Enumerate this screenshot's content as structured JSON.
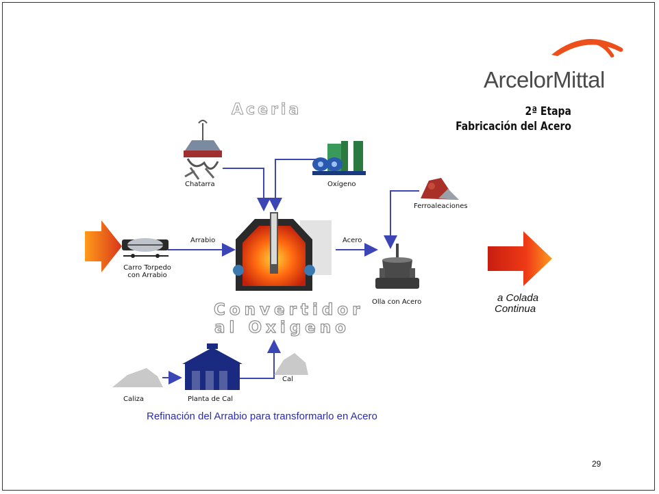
{
  "brand": {
    "name": "ArcelorMittal",
    "logo": "arcelormittal-orange-arc-logo"
  },
  "stage": {
    "line1": "2ª Etapa",
    "line2": "Fabricación del Acero"
  },
  "section": {
    "title": "Aceria"
  },
  "nodes": {
    "chatarra": "Chatarra",
    "oxigeno": "Oxígeno",
    "ferroaleaciones": "Ferroaleaciones",
    "carro_line1": "Carro Torpedo",
    "carro_line2": "con Arrabio",
    "olla": "Olla con Acero",
    "convertidor_line1": "Convertidor",
    "convertidor_line2": "al Oxigeno",
    "caliza": "Caliza",
    "planta": "Planta de Cal",
    "cal": "Cal",
    "colada_line1": "a Colada",
    "colada_line2": "Continua"
  },
  "flows": {
    "arrabio": "Arrabio",
    "acero": "Acero"
  },
  "caption": "Refinación del Arrabio para transformarlo en Acero",
  "page_number": "29",
  "colors": {
    "arrow_blue": "#3c45b4",
    "orange": "#e8501a",
    "caption_blue": "#2a2ab0"
  }
}
